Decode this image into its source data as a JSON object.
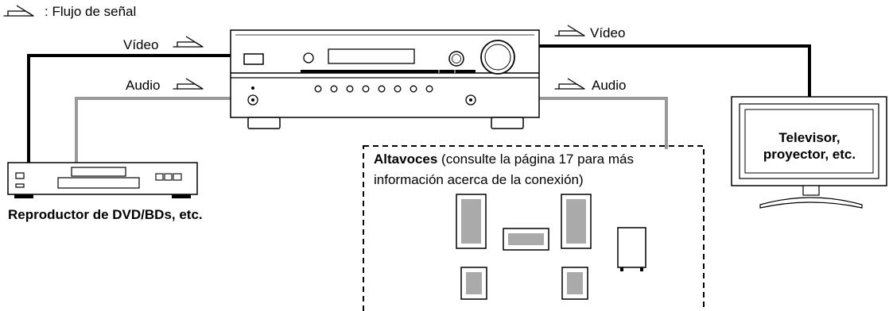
{
  "legend": {
    "label": ": Flujo de señal",
    "icon": "signal-flow-arrow-icon"
  },
  "labels": {
    "video_in": "Vídeo",
    "video_out": "Vídeo",
    "audio_in": "Audio",
    "audio_out": "Audio"
  },
  "devices": {
    "player": "Reproductor de DVD/BDs, etc.",
    "tv_line1": "Televisor,",
    "tv_line2": "proyector, etc."
  },
  "speakers": {
    "title_bold": "Altavoces",
    "title_rest": " (consulte la página 17 para más",
    "line2": "información acerca de la conexión)"
  },
  "colors": {
    "video_cable": "#000000",
    "audio_cable": "#999999",
    "speaker_fill": "#aaaaaa"
  }
}
